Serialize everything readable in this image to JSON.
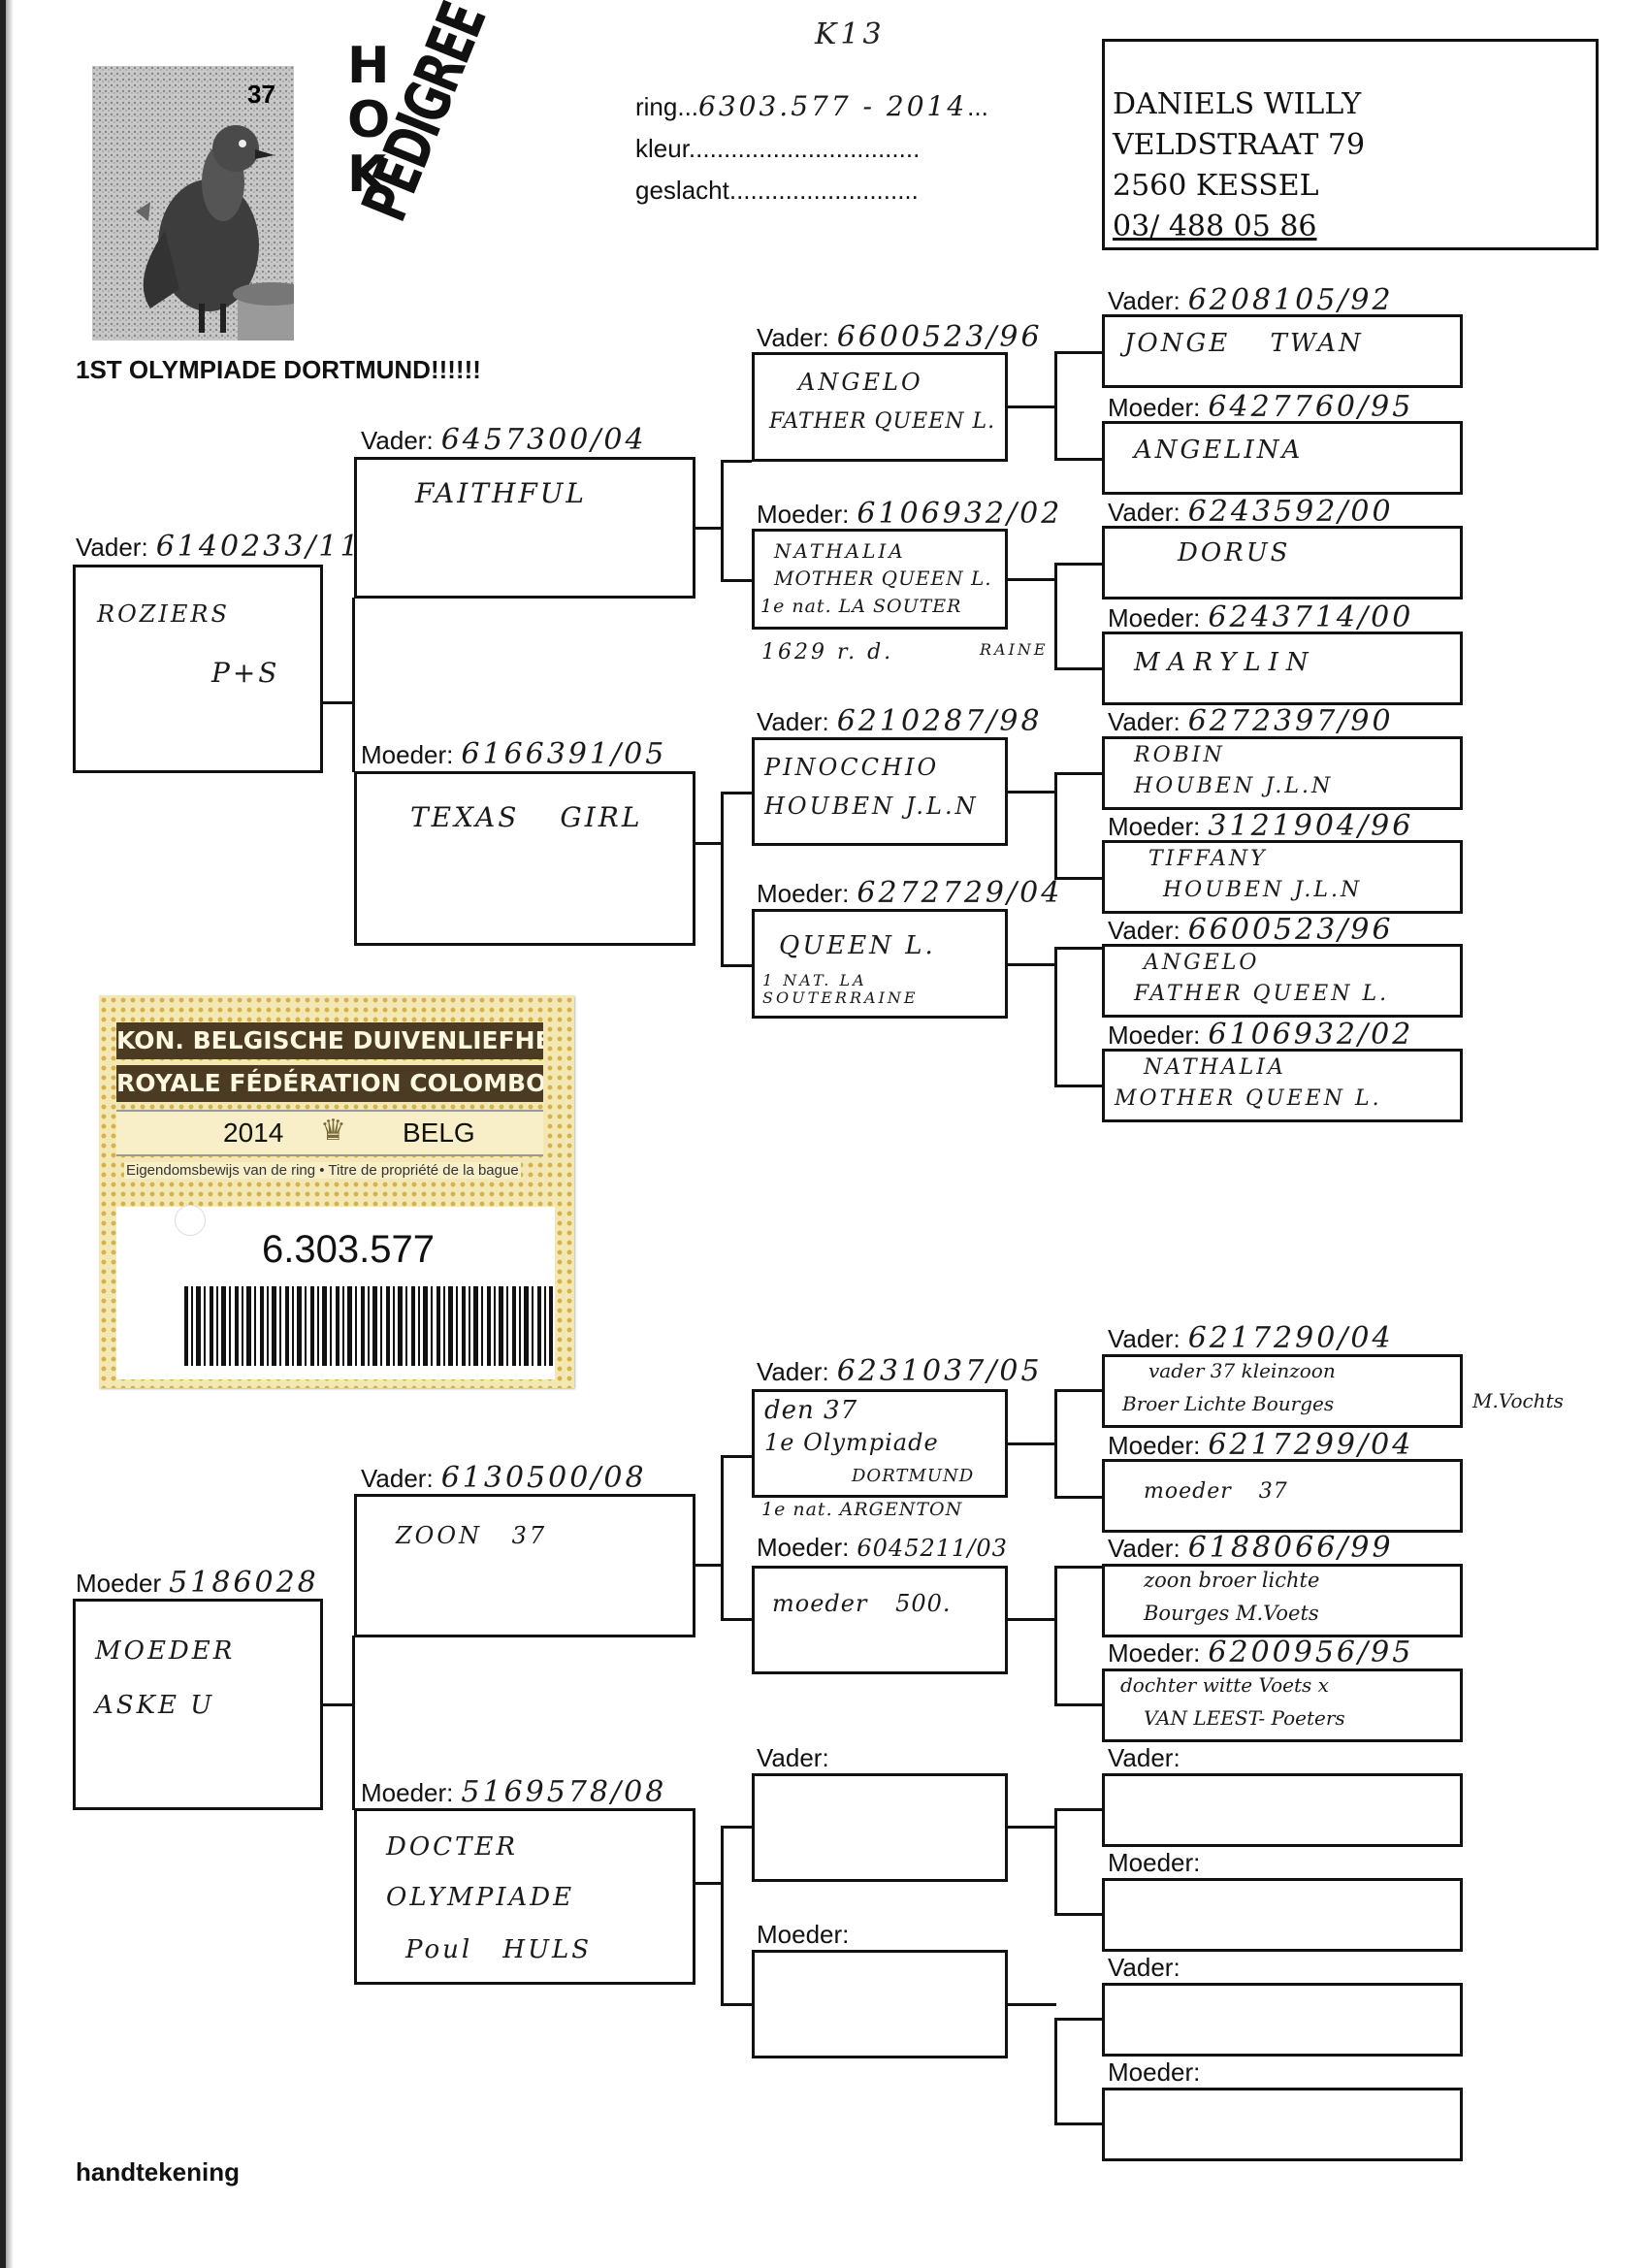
{
  "top_note": "K13",
  "header": {
    "hok": "HOK",
    "pedigree": "PEDIGREE",
    "photo_number": "37",
    "olympiade": "1ST OLYMPIADE DORTMUND!!!!!!"
  },
  "ring_fields": [
    {
      "label": "ring",
      "dots": "...",
      "value": "6303.577 - 2014",
      "trail": "..."
    },
    {
      "label": "kleur",
      "dots": ".................................",
      "value": "",
      "trail": ""
    },
    {
      "label": "geslacht",
      "dots": "...........................",
      "value": "",
      "trail": ""
    }
  ],
  "owner": {
    "name": "DANIELS WILLY",
    "street": "VELDSTRAAT 79",
    "city": "2560 KESSEL",
    "phone": "03/ 488 05 86"
  },
  "sire": {
    "label": "Vader:",
    "ring": "6140233/11",
    "name_1": "ROZIERS",
    "name_2": "P+S",
    "vader": {
      "label": "Vader:",
      "ring": "6457300/04",
      "name_1": "FAITHFUL"
    },
    "moeder": {
      "label": "Moeder:",
      "ring": "6166391/05",
      "name_1": "TEXAS GIRL"
    },
    "vv": {
      "label": "Vader:",
      "ring": "6600523/96",
      "name_1": "ANGELO",
      "name_2": "FATHER QUEEN L."
    },
    "vm": {
      "label": "Moeder:",
      "ring": "6106932/02",
      "name_1": "NATHALIA",
      "name_2": "MOTHER QUEEN L.",
      "name_3": "1e nat. LA SOUTER",
      "name_4": "1629 r. d.",
      "name_5": "RAINE"
    },
    "mv": {
      "label": "Vader:",
      "ring": "6210287/98",
      "name_1": "PINOCCHIO",
      "name_2": "HOUBEN J.L.N"
    },
    "mm": {
      "label": "Moeder:",
      "ring": "6272729/04",
      "name_1": "QUEEN L.",
      "name_2": "1 NAT. LA SOUTERRAINE"
    },
    "vvv": {
      "label": "Vader:",
      "ring": "6208105/92",
      "name_1": "JONGE TWAN"
    },
    "vvm": {
      "label": "Moeder:",
      "ring": "6427760/95",
      "name_1": "ANGELINA"
    },
    "vmv": {
      "label": "Vader:",
      "ring": "6243592/00",
      "name_1": "DORUS"
    },
    "vmm": {
      "label": "Moeder:",
      "ring": "6243714/00",
      "name_1": "MARYLIN"
    },
    "mvv": {
      "label": "Vader:",
      "ring": "6272397/90",
      "name_1": "ROBIN",
      "name_2": "HOUBEN J.L.N"
    },
    "mvm": {
      "label": "Moeder:",
      "ring": "3121904/96",
      "name_1": "TIFFANY",
      "name_2": "HOUBEN J.L.N"
    },
    "mmv": {
      "label": "Vader:",
      "ring": "6600523/96",
      "name_1": "ANGELO",
      "name_2": "FATHER QUEEN L."
    },
    "mmm": {
      "label": "Moeder:",
      "ring": "6106932/02",
      "name_1": "NATHALIA",
      "name_2": "MOTHER QUEEN L."
    }
  },
  "dam": {
    "label": "Moeder",
    "ring": "5186028",
    "name_1": "MOEDER",
    "name_2": "ASKE U",
    "vader": {
      "label": "Vader:",
      "ring": "6130500/08",
      "name_1": "ZOON 37"
    },
    "moeder": {
      "label": "Moeder:",
      "ring": "5169578/08",
      "name_1": "DOCTER",
      "name_2": "OLYMPIADE",
      "name_3": "Poul HULS"
    },
    "vv": {
      "label": "Vader:",
      "ring": "6231037/05",
      "name_1": "den 37",
      "name_2": "1e Olympiade",
      "name_3": "DORTMUND",
      "name_4": "1e nat. ARGENTON"
    },
    "vm": {
      "label": "Moeder:",
      "ring": "6045211/03",
      "name_1": "moeder 500."
    },
    "mv": {
      "label": "Vader:",
      "ring": "",
      "name_1": ""
    },
    "mm": {
      "label": "Moeder:",
      "ring": "",
      "name_1": ""
    },
    "vvv": {
      "label": "Vader:",
      "ring": "6217290/04",
      "name_1": "vader 37 kleinzoon",
      "name_2": "Broer Lichte Bourges",
      "side_note": "M.Vochts"
    },
    "vvm": {
      "label": "Moeder:",
      "ring": "6217299/04",
      "name_1": "moeder 37"
    },
    "vmv": {
      "label": "Vader:",
      "ring": "6188066/99",
      "name_1": "zoon broer lichte",
      "name_2": "Bourges M.Voets"
    },
    "vmm": {
      "label": "Moeder:",
      "ring": "6200956/95",
      "name_1": "dochter witte Voets x",
      "name_2": "VAN LEEST- Poeters"
    },
    "mvv": {
      "label": "Vader:",
      "ring": "",
      "name_1": ""
    },
    "mvm": {
      "label": "Moeder:",
      "ring": "",
      "name_1": ""
    },
    "mmv": {
      "label": "Vader:",
      "ring": "",
      "name_1": ""
    },
    "mmm": {
      "label": "Moeder:",
      "ring": "",
      "name_1": ""
    }
  },
  "ring_card": {
    "line_1": "KON. BELGISCHE DUIVENLIEFHEBBERSBOND",
    "line_2": "ROYALE FÉDÉRATION COLOMBOPHILE BELGE",
    "year": "2014",
    "country": "BELG",
    "subtitle": "Eigendomsbewijs van de ring • Titre de propriété de la bague",
    "number": "6.303.577"
  },
  "footer": {
    "signature_label": "handtekening"
  },
  "colors": {
    "card_bg": "#f3e7b4",
    "card_dots": "#d6b24a",
    "card_band": "#4a3b22"
  }
}
